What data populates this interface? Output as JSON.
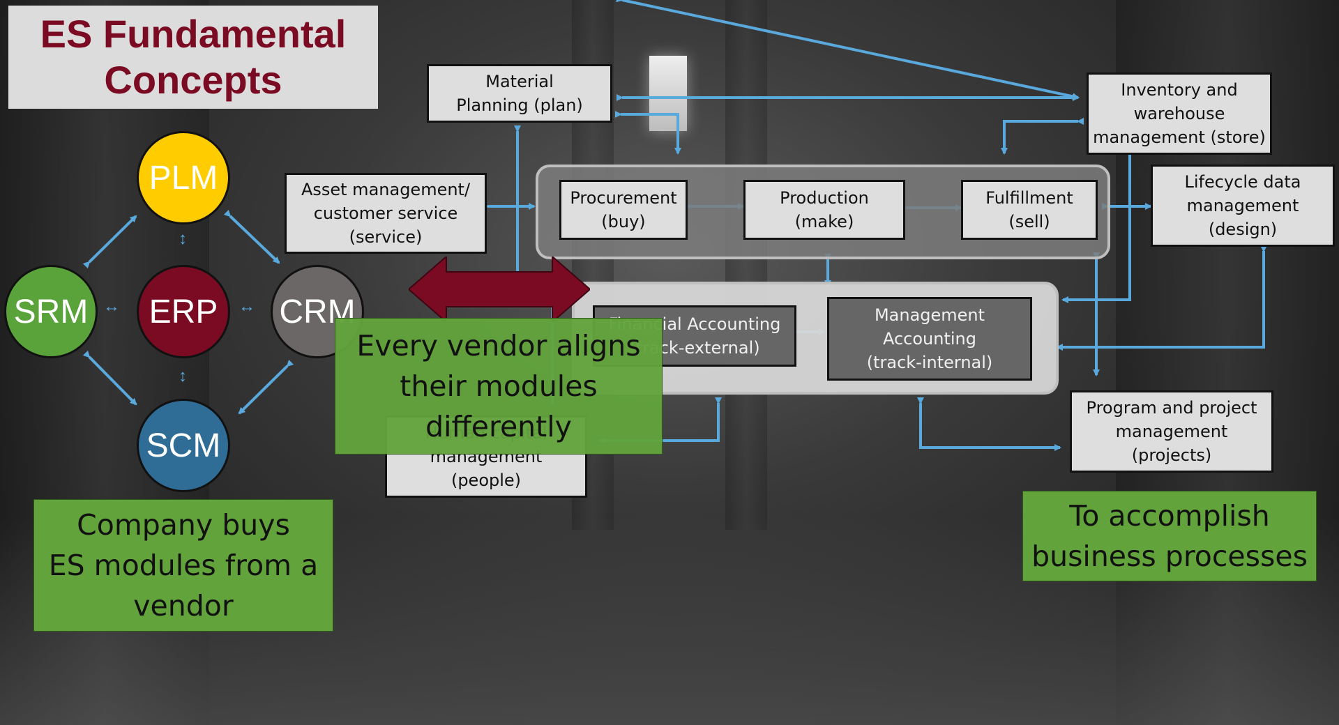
{
  "title": "ES Fundamental\nConcepts",
  "modules": {
    "plm": "PLM",
    "erp": "ERP",
    "srm": "SRM",
    "crm": "CRM",
    "scm": "SCM"
  },
  "colors": {
    "plm": "#ffcc00",
    "erp": "#7a0b22",
    "srm": "#5aa23a",
    "crm": "#6b6767",
    "scm": "#2f6d97",
    "arrow": "#5aa9dd",
    "callout": "#62a33b"
  },
  "boxes": {
    "material_planning": "Material\nPlanning (plan)",
    "inventory": "Inventory and\nwarehouse\nmanagement (store)",
    "asset_management": "Asset management/\ncustomer service\n(service)",
    "procurement": "Procurement\n(buy)",
    "production": "Production\n(make)",
    "fulfillment": "Fulfillment\n(sell)",
    "lifecycle": "Lifecycle  data\nmanagement\n(design)",
    "financial_accounting": "Financial Accounting\n(track-external)",
    "management_accounting": "Management\nAccounting\n(track-internal)",
    "human_capital": "Human capital\nmanagement\n(people)",
    "program_project": "Program and project\nmanagement\n(projects)"
  },
  "callouts": {
    "company_buys": "Company buys\nES modules from a\nvendor",
    "vendor_aligns": "Every vendor aligns\ntheir modules\ndifferently",
    "accomplish": "To accomplish\nbusiness processes"
  }
}
